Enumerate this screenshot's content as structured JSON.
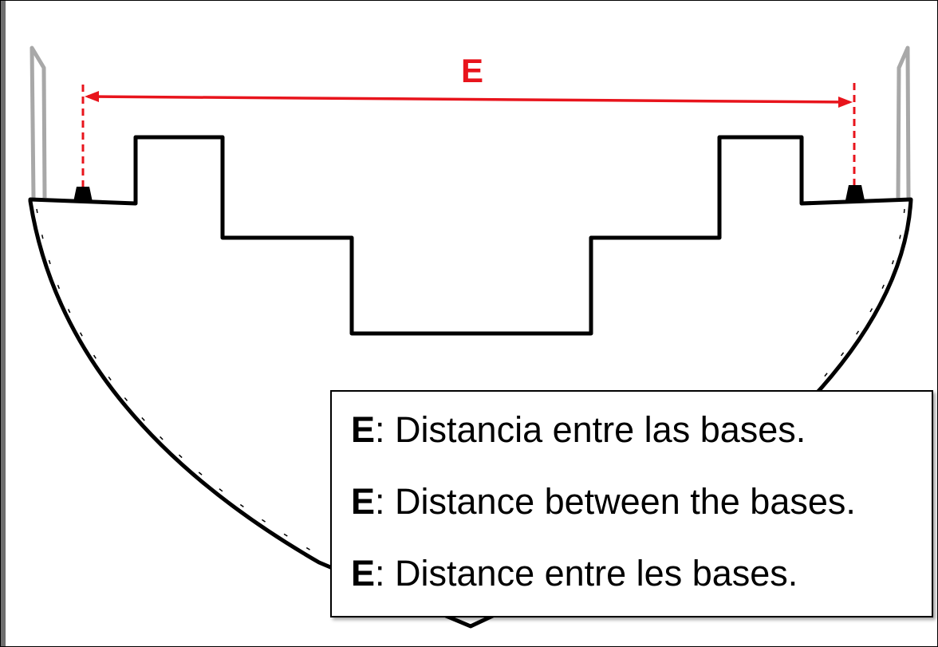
{
  "colors": {
    "dimension": "#e8141c",
    "outline": "#000000",
    "rail": "#a8a8a8",
    "background": "#ffffff"
  },
  "dimension": {
    "label": "E"
  },
  "legend": {
    "items": [
      {
        "key": "E",
        "text": ": Distancia entre las bases."
      },
      {
        "key": "E",
        "text": ": Distance between the bases."
      },
      {
        "key": "E",
        "text": ": Distance entre les bases."
      }
    ]
  }
}
